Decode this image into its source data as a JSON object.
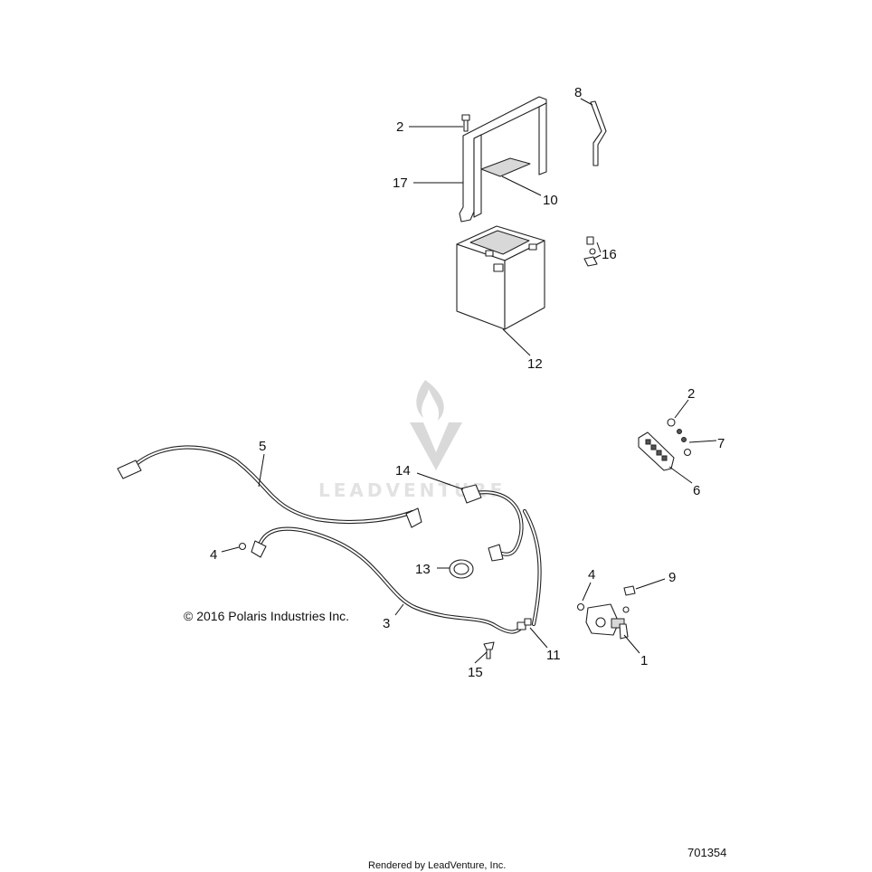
{
  "copyright": "© 2016 Polaris Industries Inc.",
  "footer": "Rendered by LeadVenture, Inc.",
  "diagram_id": "701354",
  "watermark": "LEADVENTURE",
  "callouts": [
    {
      "id": "c2a",
      "text": "2"
    },
    {
      "id": "c8",
      "text": "8"
    },
    {
      "id": "c17",
      "text": "17"
    },
    {
      "id": "c10",
      "text": "10"
    },
    {
      "id": "c16",
      "text": "16"
    },
    {
      "id": "c12",
      "text": "12"
    },
    {
      "id": "c2b",
      "text": "2"
    },
    {
      "id": "c7",
      "text": "7"
    },
    {
      "id": "c6",
      "text": "6"
    },
    {
      "id": "c5",
      "text": "5"
    },
    {
      "id": "c14",
      "text": "14"
    },
    {
      "id": "c4a",
      "text": "4"
    },
    {
      "id": "c13",
      "text": "13"
    },
    {
      "id": "c4b",
      "text": "4"
    },
    {
      "id": "c9",
      "text": "9"
    },
    {
      "id": "c3",
      "text": "3"
    },
    {
      "id": "c11",
      "text": "11"
    },
    {
      "id": "c1",
      "text": "1"
    },
    {
      "id": "c15",
      "text": "15"
    }
  ]
}
